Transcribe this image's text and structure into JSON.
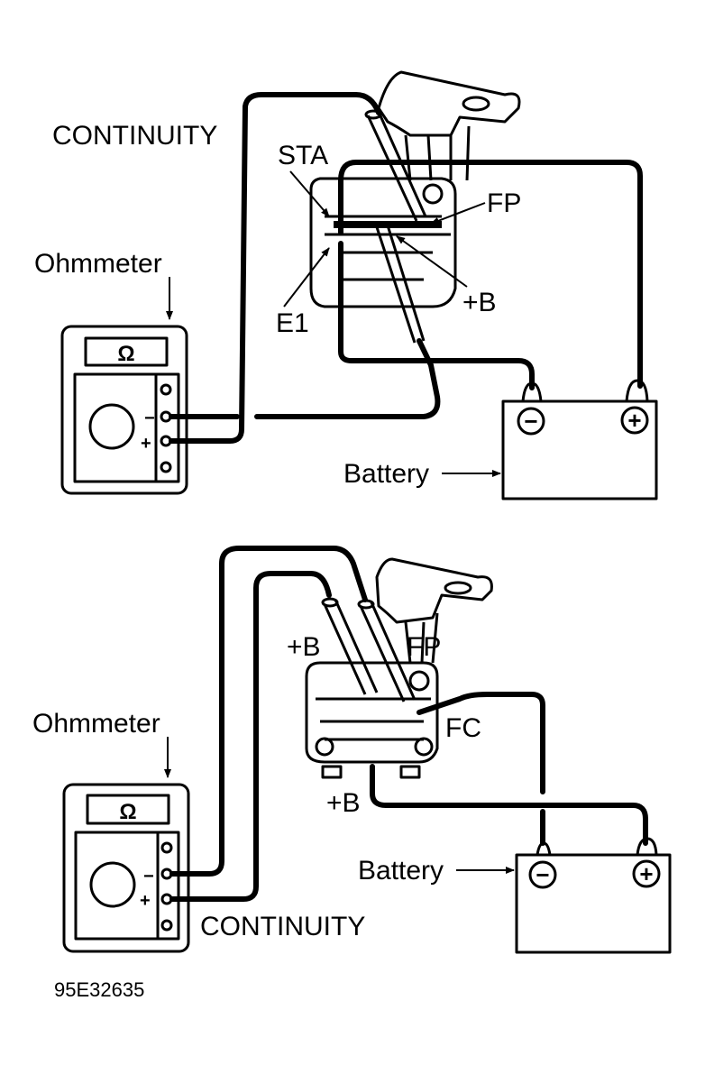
{
  "figure_code": "95E32635",
  "colors": {
    "ink": "#000000",
    "background": "#ffffff"
  },
  "top_diagram": {
    "meter_label": "Ohmmeter",
    "meter_display_symbol": "Ω",
    "meter_minus": "−",
    "meter_plus": "+",
    "test_label": "CONTINUITY",
    "terminals": {
      "sta": "STA",
      "fp": "FP",
      "e1": "E1",
      "plus_b": "+B"
    },
    "battery_label": "Battery",
    "battery_minus": "−",
    "battery_plus": "+"
  },
  "bottom_diagram": {
    "meter_label": "Ohmmeter",
    "meter_display_symbol": "Ω",
    "meter_minus": "−",
    "meter_plus": "+",
    "test_label": "CONTINUITY",
    "terminals": {
      "plus_b_top": "+B",
      "fp": "FP",
      "fc": "FC",
      "plus_b_bottom": "+B"
    },
    "battery_label": "Battery",
    "battery_minus": "−",
    "battery_plus": "+"
  }
}
